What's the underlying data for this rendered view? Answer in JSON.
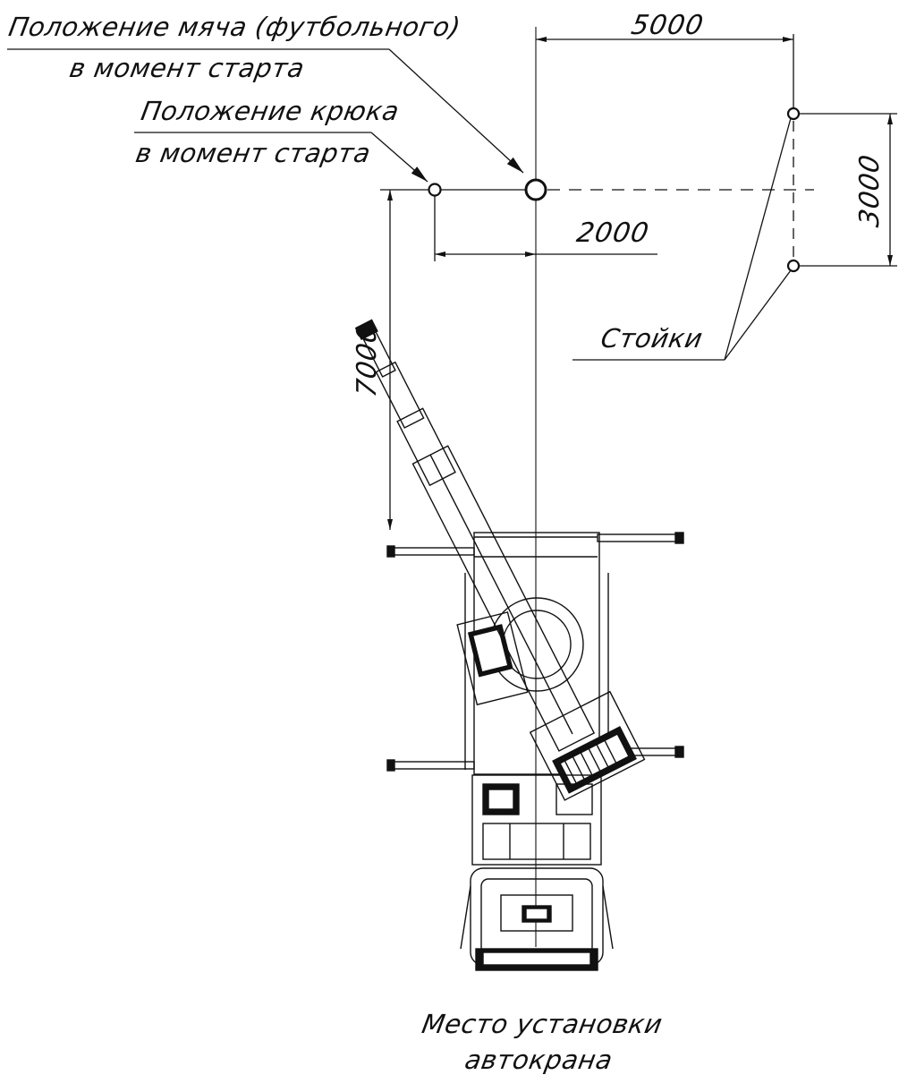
{
  "labels": {
    "ball_line1": "Положение мяча (футбольного)",
    "ball_line2": "в момент старта",
    "hook_line1": "Положение крюка",
    "hook_line2": "в момент старта",
    "posts": "Стойки",
    "crane_line1": "Место установки",
    "crane_line2": "автокрана"
  },
  "dimensions": {
    "d5000": "5000",
    "d3000": "3000",
    "d2000": "2000",
    "d7000": "7000"
  },
  "style": {
    "line_color": "#111111",
    "background": "#ffffff"
  }
}
